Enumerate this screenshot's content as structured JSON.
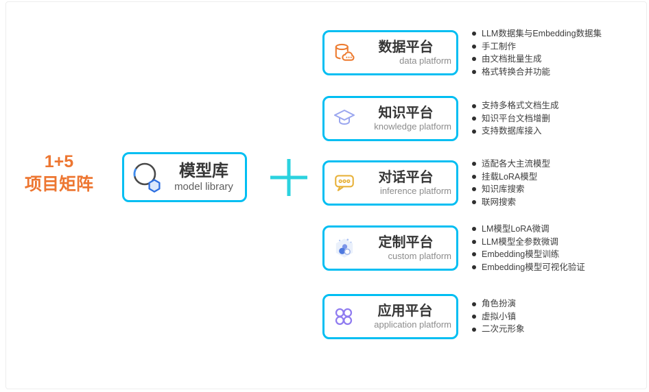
{
  "page": {
    "background": "#ffffff",
    "accent_border_color": "#00BEF2",
    "plus_color": "#2BD2DF",
    "label_orange": "#ED7631",
    "title_text_color": "#363636",
    "bullet_text_color": "#3d3d3d"
  },
  "matrix_label": {
    "line1": "1+5",
    "line2": "项目矩阵"
  },
  "model_library": {
    "title": "模型库",
    "subtitle": "model library",
    "icon": "magnifier-hexagon-icon"
  },
  "plus": {
    "icon": "plus-icon"
  },
  "platforms": [
    {
      "title": "数据平台",
      "subtitle": "data platform",
      "icon": "database-cloud-icon",
      "icon_color": "#ED7C31",
      "bullets": [
        "LLM数据集与Embedding数据集",
        "手工制作",
        "由文档批量生成",
        "格式转换合并功能"
      ]
    },
    {
      "title": "知识平台",
      "subtitle": "knowledge platform",
      "icon": "graduation-cap-icon",
      "icon_color": "#9AA6EF",
      "bullets": [
        "支持多格式文档生成",
        "知识平台文档增删",
        "支持数据库接入"
      ]
    },
    {
      "title": "对话平台",
      "subtitle": "inference platform",
      "icon": "chat-bubble-icon",
      "icon_color": "#E8B23B",
      "bullets": [
        "适配各大主流模型",
        "挂载LoRA模型",
        "知识库搜索",
        "联网搜索"
      ]
    },
    {
      "title": "定制平台",
      "subtitle": "custom platform",
      "icon": "molecule-hexagon-icon",
      "icon_color": "#4E79DF",
      "bullets": [
        "LM模型LoRA微调",
        "LLM模型全参数微调",
        "Embedding模型训练",
        "Embedding模型可视化验证"
      ]
    },
    {
      "title": "应用平台",
      "subtitle": "application platform",
      "icon": "clover-icon",
      "icon_color": "#8F7BF0",
      "bullets": [
        "角色扮演",
        "虚拟小镇",
        "二次元形象"
      ]
    }
  ]
}
